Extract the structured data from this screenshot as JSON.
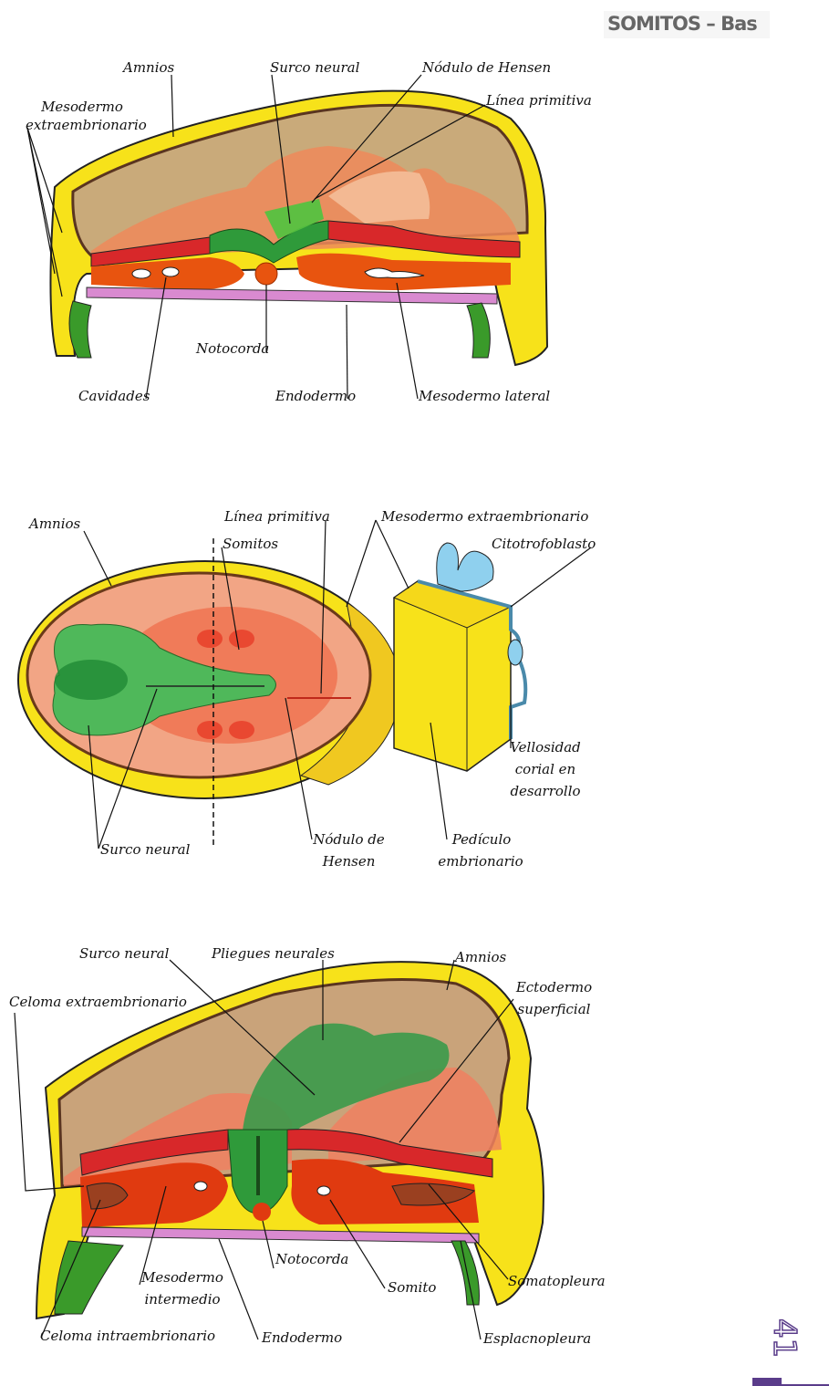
{
  "header": {
    "title": "SOMITOS – Bas"
  },
  "page_number": "41",
  "figures": [
    {
      "id": "fig1",
      "description": "Corte transversal del disco embrionario con surco neural y línea primitiva",
      "labels": {
        "amnios": "Amnios",
        "surco_neural": "Surco neural",
        "nodulo_hensen": "Nódulo de Hensen",
        "linea_primitiva": "Línea primitiva",
        "mesodermo_extra_1": "Mesodermo",
        "mesodermo_extra_2": "extraembrionario",
        "notocorda": "Notocorda",
        "cavidades": "Cavidades",
        "endodermo": "Endodermo",
        "mesodermo_lateral": "Mesodermo lateral"
      }
    },
    {
      "id": "fig2",
      "description": "Vista dorsal del embrión con somitos y pedículo embrionario",
      "labels": {
        "amnios": "Amnios",
        "linea_primitiva": "Línea primitiva",
        "somitos": "Somitos",
        "mesodermo_extra": "Mesodermo extraembrionario",
        "citotrofoblasto": "Citotrofoblasto",
        "vellosidad_1": "Vellosidad",
        "vellosidad_2": "corial en",
        "vellosidad_3": "desarrollo",
        "surco_neural": "Surco neural",
        "nodulo_1": "Nódulo de",
        "nodulo_2": "Hensen",
        "pediculo_1": "Pedículo",
        "pediculo_2": "embrionario"
      }
    },
    {
      "id": "fig3",
      "description": "Corte transversal con pliegues neurales y somitos",
      "labels": {
        "surco_neural": "Surco neural",
        "pliegues_neurales": "Pliegues neurales",
        "amnios": "Amnios",
        "ectodermo_1": "Ectodermo",
        "ectodermo_2": "superficial",
        "celoma_extra": "Celoma extraembrionario",
        "notocorda": "Notocorda",
        "mesodermo_int_1": "Mesodermo",
        "mesodermo_int_2": "intermedio",
        "somito": "Somito",
        "somatopleura": "Somatopleura",
        "celoma_intra": "Celoma intraembrionario",
        "endodermo": "Endodermo",
        "esplacnopleura": "Esplacnopleura"
      }
    }
  ],
  "colors": {
    "yellow": "#f7e21a",
    "amnion_cavity": "#c9aa7a",
    "mesoderm": "#e8480f",
    "ectoderm_red": "#d8282a",
    "neural_green": "#2f9a3a",
    "endoderm_pink": "#d98ad0",
    "villi_blue": "#8fd0ee",
    "accent_purple": "#5a3c8a"
  }
}
